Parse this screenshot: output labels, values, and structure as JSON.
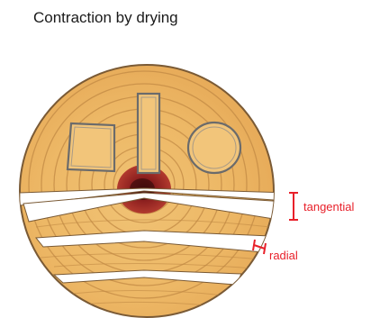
{
  "title": "Contraction by drying",
  "labels": {
    "tangential": "tangential",
    "radial": "radial"
  },
  "colors": {
    "wood_light": "#f3c77e",
    "wood_mid": "#e8ad5c",
    "ring_line": "#c9924a",
    "bark_edge": "#8a6a40",
    "pith": "#9c2b2b",
    "crack_fill": "#ffffff",
    "annotation_red": "#e8202a"
  }
}
